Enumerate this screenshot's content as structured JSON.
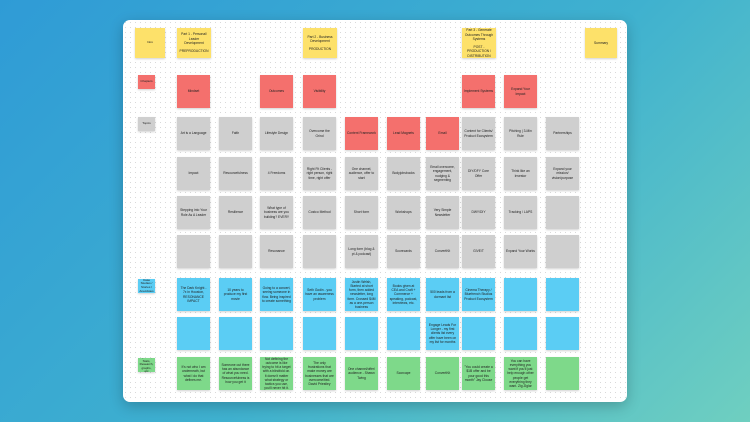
{
  "header": {
    "intro": "Intro",
    "part1": "Part 1 - Personal/ Leader Development\n\nPREPRODUCTION",
    "part2": "Part 2 - Business Development\n\nPRODUCTION",
    "part3": "Part 3 - Generate Outcomes Through Systems\n\nPOST - PRODUCTION / DISTRIBUTION",
    "summary": "Summary"
  },
  "row_labels": {
    "chapters": "Chapters",
    "topics": "Topics",
    "case": "Case Studies / Stories / Anecdotes",
    "quotes": "Quotes, Stats, Research, graphs, etc"
  },
  "chapters": [
    "Mindset",
    "Outcomes",
    "Visibility",
    "Implement Systems",
    "Expand Your Impact"
  ],
  "topics": [
    [
      "Art is a Language",
      "Faith",
      "Lifestyle Design",
      "Overcome the Grind",
      "Content Framework",
      "Lead Magnets",
      "Email",
      "Content for Clients/ Product Ecosystem",
      "Pitching | 3-Min Rule",
      "Partnerships"
    ],
    [
      "Impact",
      "Resourcefulness",
      "4 Freedoms",
      "Right Fit Clients - right person, right time, right offer",
      "One channel, audience, offer to start",
      "Bodyjobsbooks",
      "Email overcome, engagement, nudging & segmenting",
      "DIY/DFY Core Offer",
      "Think like an Investor",
      "Expand your mission/ vision/purpose"
    ],
    [
      "Stepping into Your Role As A Leader",
      "Resilience",
      "What type of business are you building? EVERY",
      "Costco Method",
      "Short form",
      "Workshops",
      "Very Simple Newsletter",
      "DWY/DIY",
      "Tracking / LAPS",
      ""
    ],
    [
      "",
      "",
      "Resonance",
      "",
      "Long form (blog & pt & podcast)",
      "Scorecards",
      "ConvertKit",
      "GIVE/T",
      "Expand Your Works",
      ""
    ]
  ],
  "case_row1": [
    "The Dark Knight - 7x in Houston, RESONANCE IMPACT",
    "10 years to produce my first movie",
    "Going to a concert, seeing someone in flow. Being inspired to create something",
    "Seth Godin - you have an awareness problem",
    "Justin Welsh, Started at short form, then added newsletter, long form. Crossed $4M as a one-person business",
    "Books given at CEA and Craft + Commerce + speaking, podcast, interviews, etc.",
    "500 leads from a dormant list",
    "Cinema Therapy / Bluefrench Studios Product Ecosystem",
    "",
    ""
  ],
  "case_row2": [
    "",
    "",
    "",
    "",
    "",
    "",
    "Engage Leads For Longer - my first clients list every offer have been on my list for months",
    "",
    "",
    ""
  ],
  "quotes": [
    "It's not who I am underneath, but what I do that defines me.",
    "Someone out there has an abundance of what you need. Resourcefulness is how you get it",
    "Not defining the outcome is like trying to hit a target with a blindfold on. It doesn't matter what strategy or tactics you use, you'll never hit it.",
    "The only frustrations that make money are businesses that are overcome/tied. David Priestley",
    "One channel/offer/ audience - Shawn Twing",
    "Scorcape",
    "ConvertKit",
    "\"You could create a $1B offer and be your good this month\" Jay Clouse",
    "You can have everything you want if you'll just help enough other people get everything they want. Zig Ziglar",
    ""
  ]
}
